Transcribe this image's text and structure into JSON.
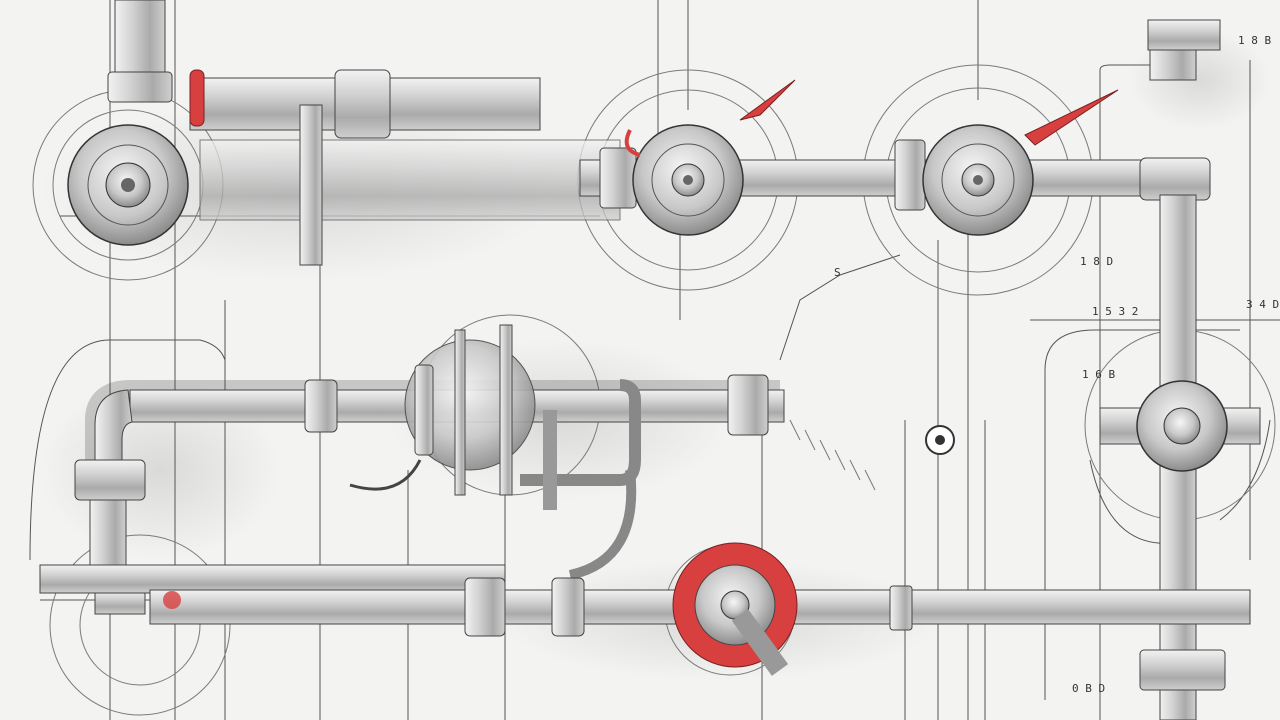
{
  "colors": {
    "paper": "#f3f3f1",
    "ink": "#3a3a3a",
    "light_ink": "#8a8a8a",
    "wash": "#d6d6d4",
    "metal": "#c9c9c9",
    "metal_dark": "#9a9a9a",
    "accent_red": "#d84040"
  },
  "annotations": [
    {
      "id": "label-top-right",
      "text": "1 8 B"
    },
    {
      "id": "label-right-1",
      "text": "1 8 D"
    },
    {
      "id": "label-right-2",
      "text": "1 5 3 2"
    },
    {
      "id": "label-right-3",
      "text": "3 4 D"
    },
    {
      "id": "label-right-4",
      "text": "1 6 B"
    },
    {
      "id": "label-mid",
      "text": "S"
    },
    {
      "id": "label-bottom-right",
      "text": "0 B D"
    }
  ]
}
